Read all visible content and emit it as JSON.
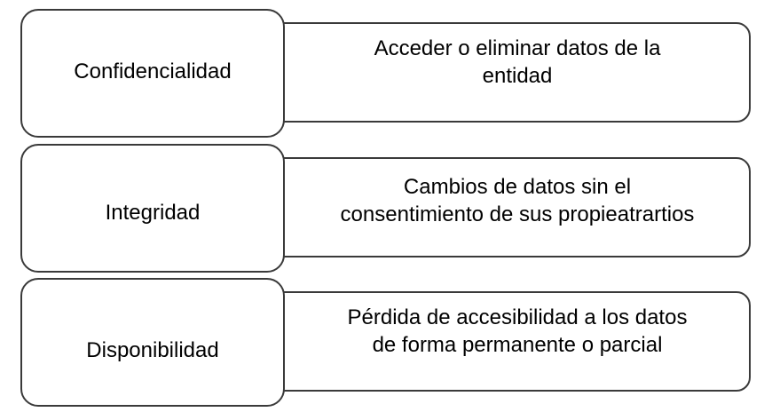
{
  "rows": [
    {
      "term": "Confidencialidad",
      "description": "Acceder o eliminar datos de la\nentidad"
    },
    {
      "term": "Integridad",
      "description": "Cambios de datos sin el\nconsentimiento de sus propieatrartios"
    },
    {
      "term": "Disponibilidad",
      "description": "Pérdida de accesibilidad a los datos\nde forma permanente o parcial"
    }
  ],
  "colors": {
    "border": "#3a3a3a",
    "background": "#ffffff",
    "text": "#000000"
  }
}
